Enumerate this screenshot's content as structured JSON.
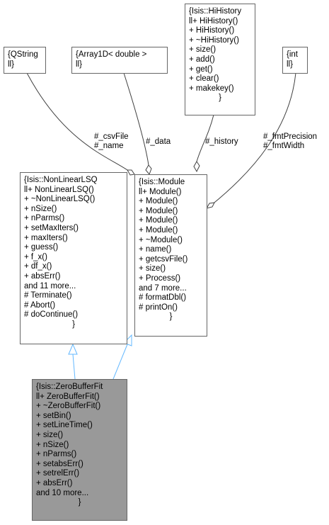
{
  "nodes": {
    "qstring": {
      "lines": [
        "{QString",
        "ll}"
      ]
    },
    "array1d": {
      "lines": [
        "{Array1D< double >",
        "ll}"
      ]
    },
    "hihistory": {
      "lines": [
        "{Isis::HiHistory",
        "ll+ HiHistory()",
        "+ HiHistory()",
        "+ ~HiHistory()",
        "+ size()",
        "+ add()",
        "+ get()",
        "+ clear()",
        "+ makekey()"
      ],
      "close": "}"
    },
    "int": {
      "lines": [
        "{int",
        "ll}"
      ]
    },
    "nonlinearlsq": {
      "lines": [
        "{Isis::NonLinearLSQ",
        "ll+ NonLinearLSQ()",
        "+ ~NonLinearLSQ()",
        "+ nSize()",
        "+ nParms()",
        "+ setMaxIters()",
        "+ maxIters()",
        "+ guess()",
        "+ f_x()",
        "+ df_x()",
        "+ absErr()",
        "and 11 more...",
        "# Terminate()",
        "# Abort()",
        "# doContinue()"
      ],
      "close": "}"
    },
    "module": {
      "lines": [
        "{Isis::Module",
        "ll+ Module()",
        "+ Module()",
        "+ Module()",
        "+ Module()",
        "+ Module()",
        "+ ~Module()",
        "+ name()",
        "+ getcsvFile()",
        "+ size()",
        "+ Process()",
        "and 7 more...",
        "# formatDbl()",
        "# printOn()"
      ],
      "close": "}"
    },
    "zerobufferfit": {
      "lines": [
        "{Isis::ZeroBufferFit",
        "ll+ ZeroBufferFit()",
        "+ ~ZeroBufferFit()",
        "+ setBin()",
        "+ setLineTime()",
        "+ size()",
        "+ nSize()",
        "+ nParms()",
        "+ setabsErr()",
        "+ setrelErr()",
        "+ absErr()",
        "and 10 more..."
      ],
      "close": "}"
    }
  },
  "edge_labels": {
    "csvfile_name": [
      "#_csvFile",
      "#_name"
    ],
    "data": [
      "#_data"
    ],
    "history": [
      "#_history"
    ],
    "fmt": [
      "#_fmtPrecision",
      "#_fmtWidth"
    ]
  },
  "colors": {
    "node_border": "#666666",
    "highlight_fill": "#999999",
    "inheritance_edge": "#63b8ff",
    "usage_edge": "#404040"
  }
}
